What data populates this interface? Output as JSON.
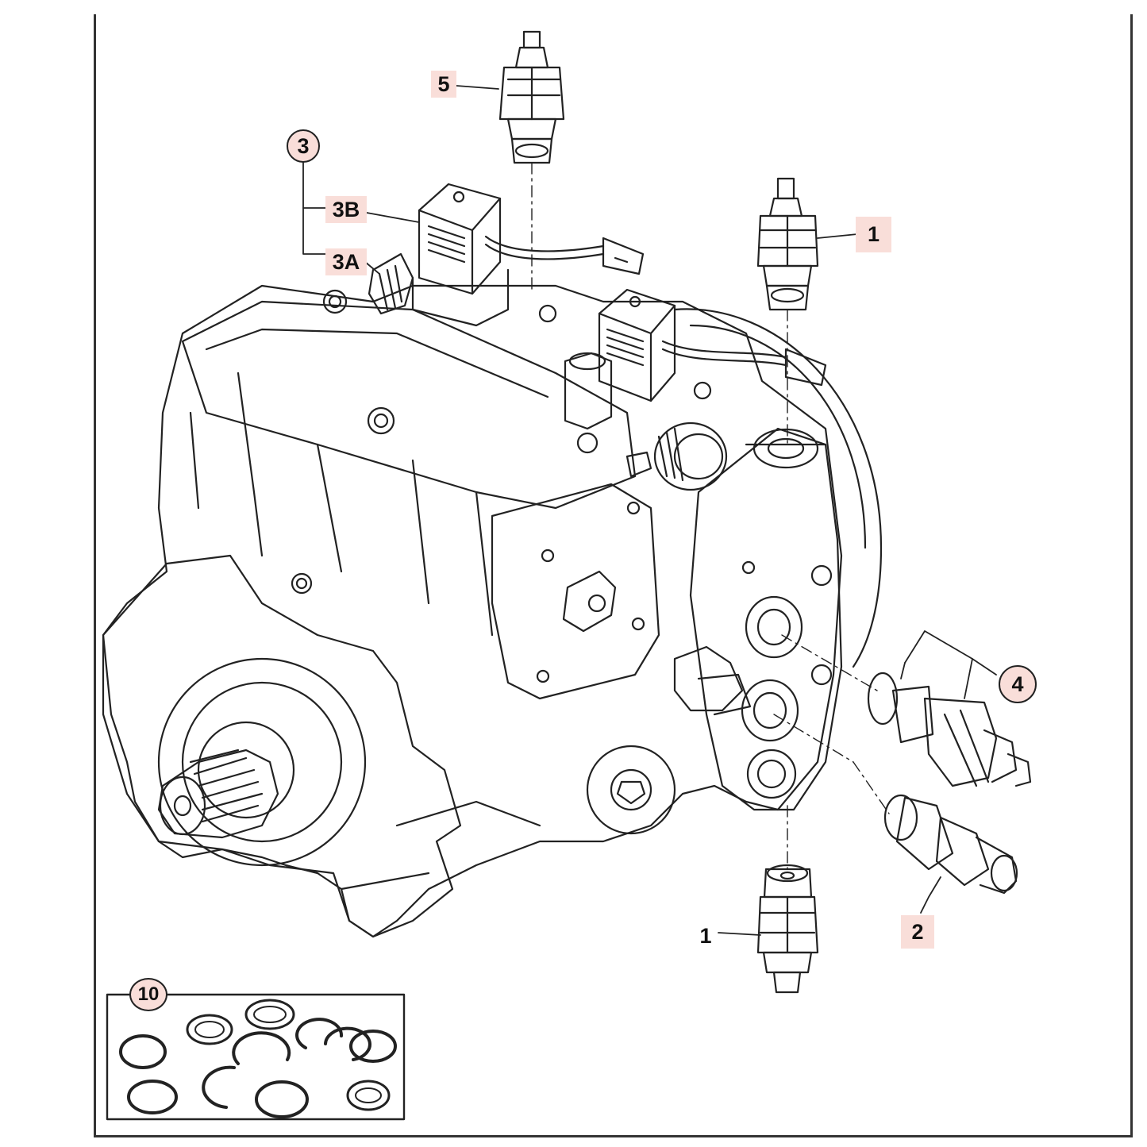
{
  "labels": {
    "l5": "5",
    "l3": "3",
    "l3b": "3B",
    "l3a": "3A",
    "l1_top": "1",
    "l4": "4",
    "l2": "2",
    "l1_bottom": "1",
    "l10": "10"
  },
  "colors": {
    "label_fill": "#f9ded9",
    "line": "#222222",
    "background": "#ffffff"
  }
}
